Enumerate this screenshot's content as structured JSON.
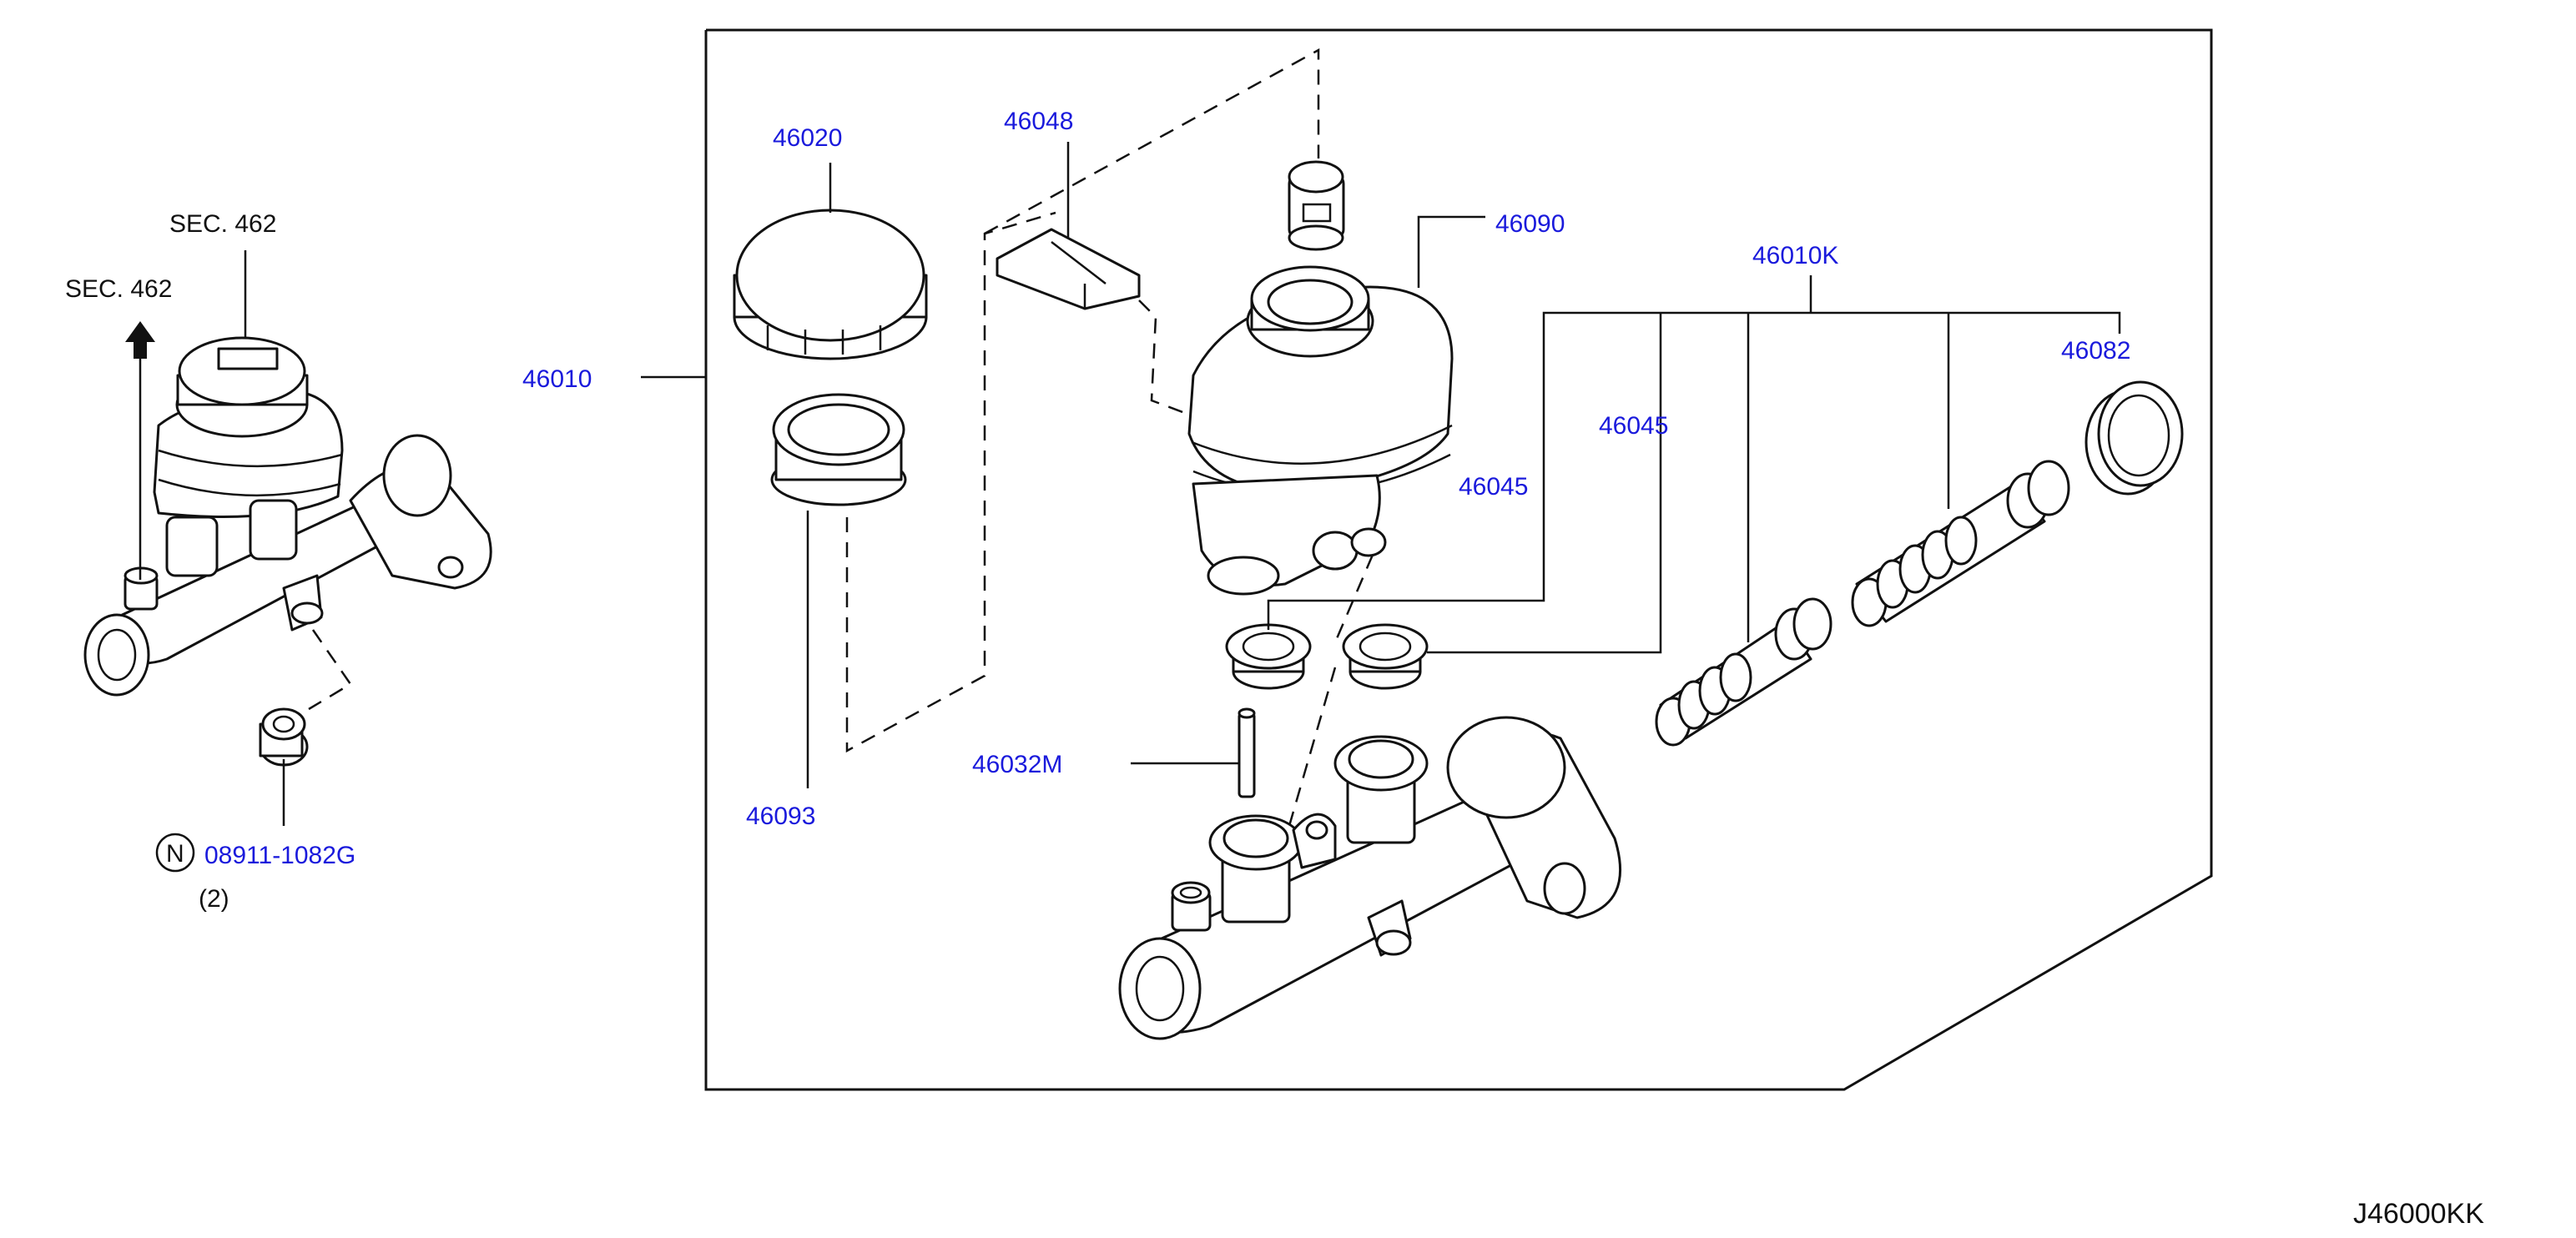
{
  "diagram_code": "J46000KK",
  "section_refs": [
    {
      "id": "sec-upper",
      "text": "SEC. 462"
    },
    {
      "id": "sec-lower",
      "text": "SEC. 462"
    }
  ],
  "note_symbol": "N",
  "parts": [
    {
      "key": "p46010",
      "number": "46010"
    },
    {
      "key": "p46020",
      "number": "46020"
    },
    {
      "key": "p46048",
      "number": "46048"
    },
    {
      "key": "p46090",
      "number": "46090"
    },
    {
      "key": "p46010K",
      "number": "46010K"
    },
    {
      "key": "p46082",
      "number": "46082"
    },
    {
      "key": "p46045a",
      "number": "46045"
    },
    {
      "key": "p46045b",
      "number": "46045"
    },
    {
      "key": "p46093",
      "number": "46093"
    },
    {
      "key": "p46032M",
      "number": "46032M"
    },
    {
      "key": "p08911",
      "number": "08911-1082G"
    }
  ],
  "quantity_note": "(2)",
  "colors": {
    "part_number": "#1a1adc",
    "line": "#111111",
    "text": "#111111"
  }
}
